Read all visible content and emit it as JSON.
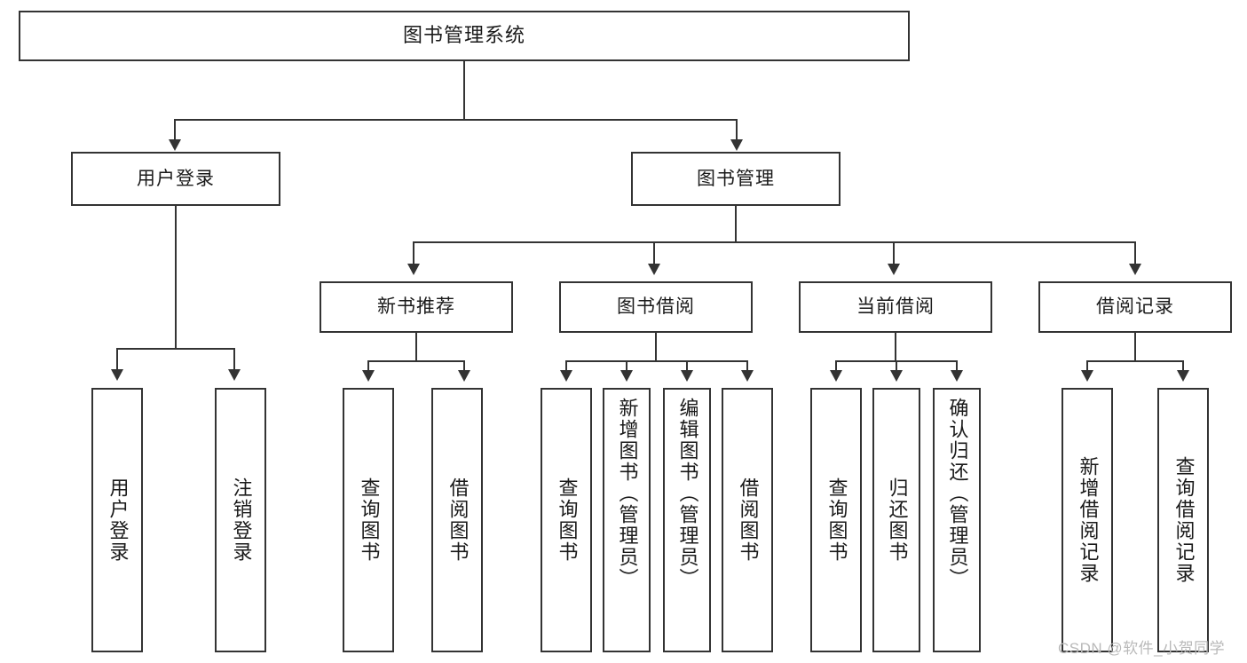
{
  "diagram": {
    "title_node": {
      "label": "图书管理系统"
    },
    "level2": [
      {
        "id": "user-login",
        "label": "用户登录"
      },
      {
        "id": "book-management",
        "label": "图书管理"
      }
    ],
    "level3": [
      {
        "id": "new-book-recommend",
        "label": "新书推荐"
      },
      {
        "id": "book-borrow",
        "label": "图书借阅"
      },
      {
        "id": "current-borrow",
        "label": "当前借阅"
      },
      {
        "id": "borrow-record",
        "label": "借阅记录"
      }
    ],
    "leaves": [
      {
        "id": "user-login-leaf",
        "label": "用户登录",
        "parent": "user-login"
      },
      {
        "id": "logout-leaf",
        "label": "注销登录",
        "parent": "user-login"
      },
      {
        "id": "query-book-rec",
        "label": "查询图书",
        "parent": "new-book-recommend"
      },
      {
        "id": "borrow-book-rec",
        "label": "借阅图书",
        "parent": "new-book-recommend"
      },
      {
        "id": "query-book-borrow",
        "label": "查询图书",
        "parent": "book-borrow"
      },
      {
        "id": "add-book-admin",
        "label": "新增图书（管理员）",
        "parent": "book-borrow"
      },
      {
        "id": "edit-book-admin",
        "label": "编辑图书（管理员）",
        "parent": "book-borrow"
      },
      {
        "id": "borrow-book",
        "label": "借阅图书",
        "parent": "book-borrow"
      },
      {
        "id": "query-book-current",
        "label": "查询图书",
        "parent": "current-borrow"
      },
      {
        "id": "return-book",
        "label": "归还图书",
        "parent": "current-borrow"
      },
      {
        "id": "confirm-return-admin",
        "label": "确认归还（管理员）",
        "parent": "current-borrow"
      },
      {
        "id": "add-borrow-record",
        "label": "新增借阅记录",
        "parent": "borrow-record"
      },
      {
        "id": "query-borrow-record",
        "label": "查询借阅记录",
        "parent": "borrow-record"
      }
    ]
  },
  "watermark": {
    "text": "CSDN @软件_小贺同学"
  },
  "colors": {
    "stroke": "#333333",
    "background": "#ffffff",
    "text": "#1a1a1a",
    "watermark": "#b9b9b9"
  }
}
